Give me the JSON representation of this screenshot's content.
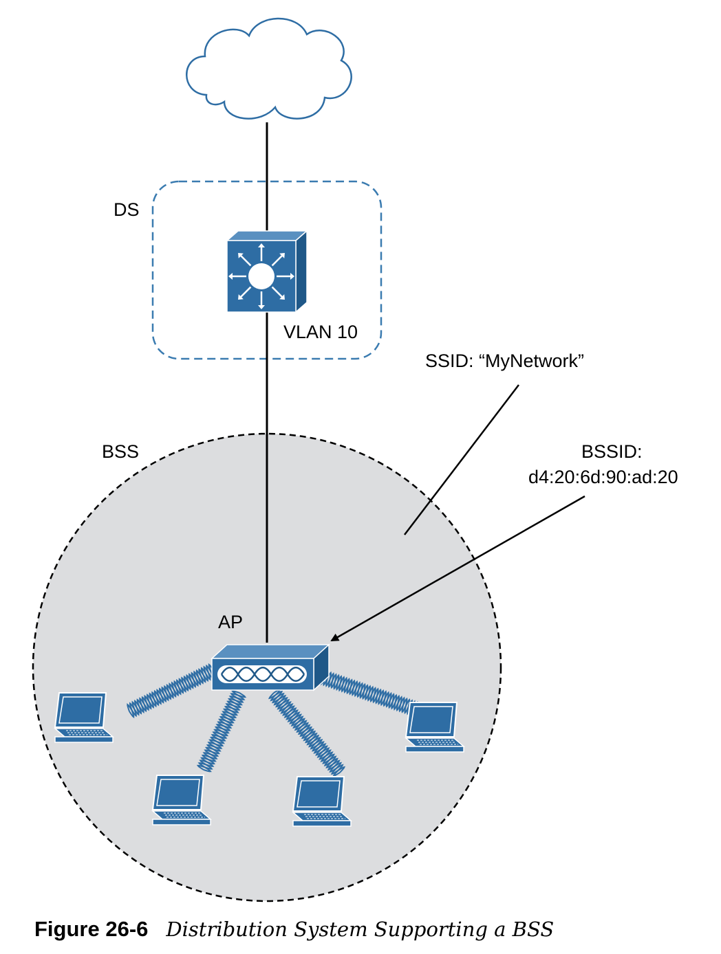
{
  "labels": {
    "ds": "DS",
    "vlan": "VLAN 10",
    "ssid": "SSID: “MyNetwork”",
    "bss": "BSS",
    "bssid_title": "BSSID:",
    "bssid_value": "d4:20:6d:90:ad:20",
    "ap": "AP"
  },
  "caption": {
    "number": "Figure 26-6",
    "title": "Distribution System Supporting a BSS"
  },
  "colors": {
    "device_blue": "#2e6da4",
    "ds_dash": "#3a7bb0",
    "bss_fill": "#dcdddf",
    "line": "#000000"
  }
}
